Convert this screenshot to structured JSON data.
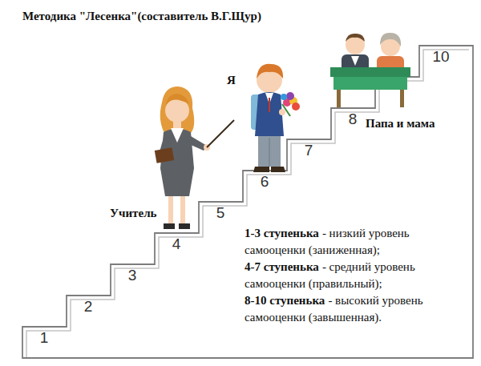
{
  "diagram": {
    "title": "Методика \"Лесенка\"(составитель В.Г.Щур)",
    "labels": [
      "1",
      "2",
      "3",
      "4",
      "5",
      "6",
      "7",
      "8",
      "10",
      "Учитель",
      "Я",
      "Папа и мама",
      "1-3 ступенька",
      "- низкий уровень самооценки (заниженная);",
      "4-7 ступенька",
      "- средний уровень самооценки (правильный);",
      "8-10 ступенька",
      "- высокий уровень самооценки (завышенная)."
    ]
  }
}
